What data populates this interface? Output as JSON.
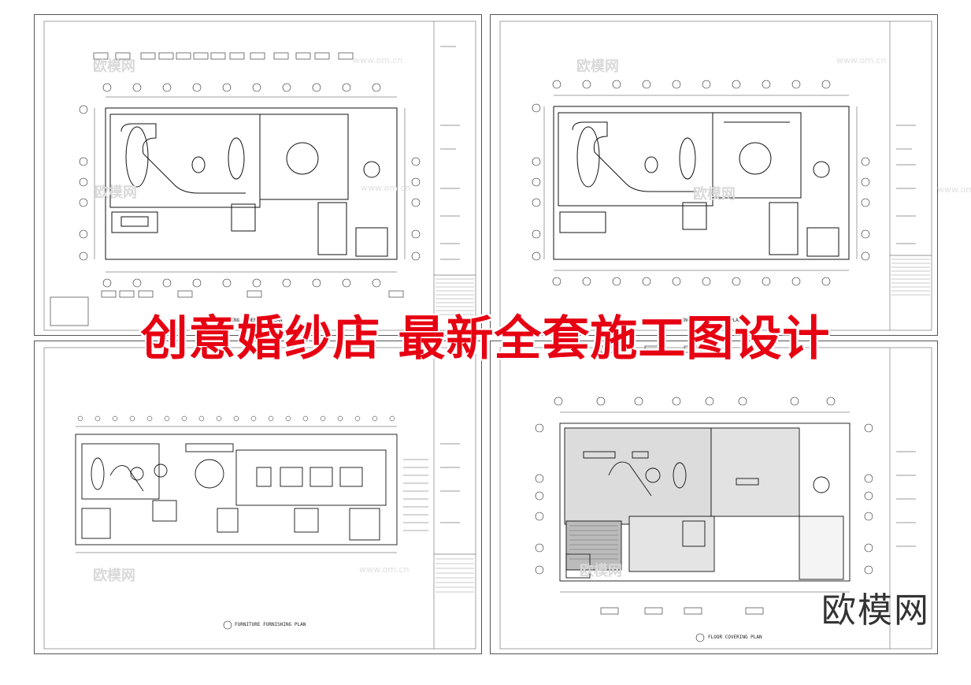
{
  "banner": {
    "title": "创意婚纱店 最新全套施工图设计"
  },
  "logo": {
    "text": "欧模网"
  },
  "watermarks": {
    "brand": "欧模网",
    "url": "www.om.cn"
  },
  "sheets": [
    {
      "name": "ceiling-plan-dimensioned",
      "caption": "CEILING DIMENSION PLAN"
    },
    {
      "name": "ceiling-plan",
      "caption": "CEILING CONSTRUCTION PLAN"
    },
    {
      "name": "furniture-plan",
      "caption": "FURNITURE FURNISHING PLAN"
    },
    {
      "name": "floor-covering-plan",
      "caption": "FLOOR COVERING PLAN"
    }
  ]
}
